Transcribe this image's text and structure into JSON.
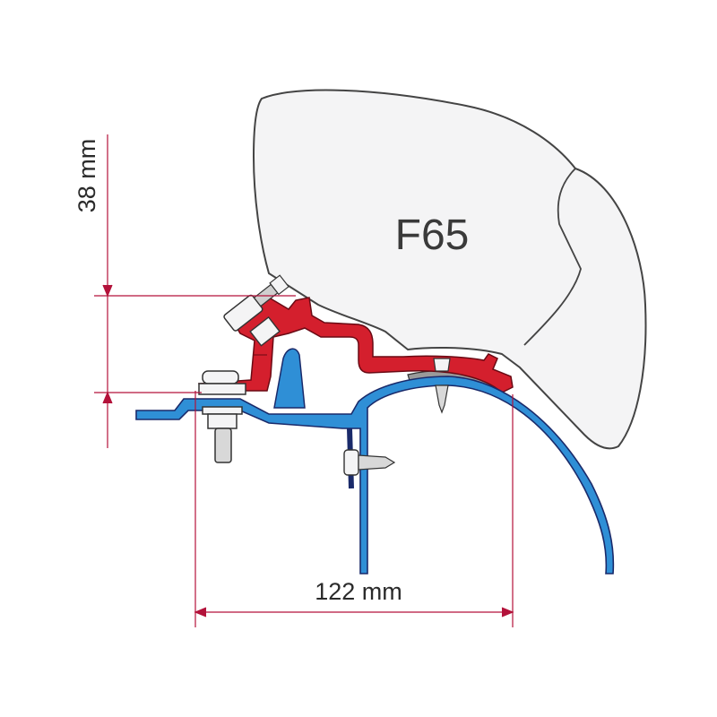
{
  "diagram": {
    "model_label": "F65",
    "dimension_vertical": "38 mm",
    "dimension_horizontal": "122 mm"
  },
  "colors": {
    "dimension_line": "#b3123a",
    "bracket_red": "#d41f2d",
    "profile_blue": "#2f8fd6",
    "profile_outline": "#1a2a6a",
    "housing_fill": "#f4f4f5",
    "housing_stroke": "#444444",
    "metal_grey": "#9a9a9a"
  },
  "icons": [
    "bolt-icon",
    "screw-icon",
    "nut-icon"
  ]
}
